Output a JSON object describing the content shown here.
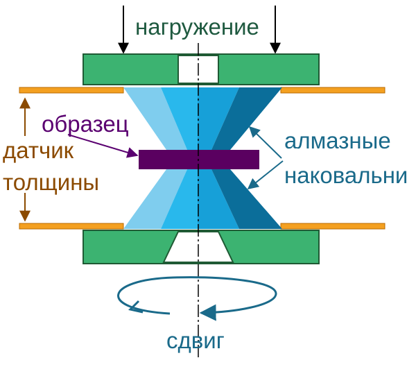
{
  "labels": {
    "load": "нагружение",
    "sample": "образец",
    "sensor_line1": "датчик",
    "sensor_line2": "толщины",
    "anvils_line1": "алмазные",
    "anvils_line2": "наковальни",
    "shear": "сдвиг"
  },
  "colors": {
    "block_green": "#3cb371",
    "block_outline": "#1f5a34",
    "plate_orange": "#f4a020",
    "plate_outline": "#b86a00",
    "anvil_light": "#7fcdee",
    "anvil_mid": "#29b8ec",
    "anvil_blue": "#17a0d8",
    "anvil_dark": "#0b6e9a",
    "sample_purple": "#5a0060",
    "text_green": "#1f5a40",
    "text_purple": "#5a0070",
    "text_brown": "#8b4a00",
    "text_blue": "#1a6a8a"
  }
}
